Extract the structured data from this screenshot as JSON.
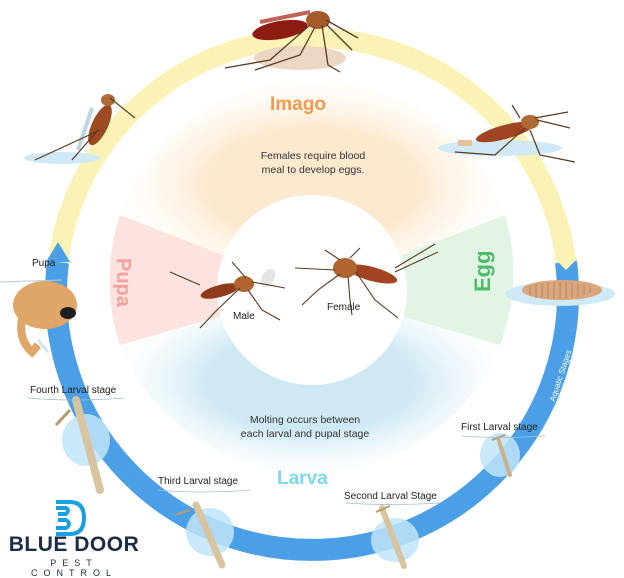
{
  "stages": {
    "imago": "Imago",
    "egg": "Egg",
    "larva": "Larva",
    "pupa": "Pupa"
  },
  "notes": {
    "imago_line1": "Females require blood",
    "imago_line2": "meal to develop eggs.",
    "larva_line1": "Molting occurs between",
    "larva_line2": "each larval and pupal stage"
  },
  "adults": {
    "male": "Male",
    "female": "Female"
  },
  "labels": {
    "pupa": "Pupa",
    "fourth_larval": "Fourth Larval stage",
    "third_larval": "Third Larval stage",
    "second_larval": "Second Larval Stage",
    "first_larval": "First Larval stage",
    "aquatic": "Aquatic Stages"
  },
  "brand": {
    "name": "BLUE DOOR",
    "tagline": "PEST CONTROL"
  },
  "colors": {
    "imago": "#f39a4e",
    "egg": "#4dbb6a",
    "larva": "#7fd6ee",
    "pupa": "#f5a09a",
    "aquatic_ring": "#4b9fe6",
    "terrestrial_ring": "#fbf3b5",
    "brand_blue": "#1aa0e0",
    "brand_dark": "#1d2b45"
  }
}
